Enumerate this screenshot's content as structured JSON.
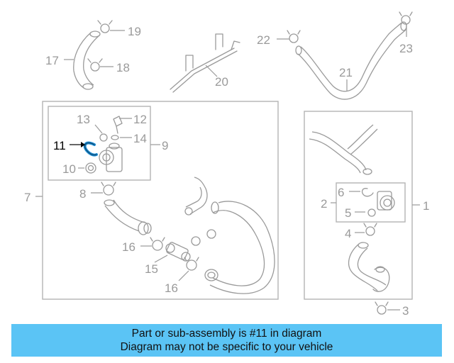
{
  "diagram": {
    "callouts": {
      "n1": "1",
      "n2": "2",
      "n3": "3",
      "n4": "4",
      "n5": "5",
      "n6": "6",
      "n7": "7",
      "n8": "8",
      "n9": "9",
      "n10": "10",
      "n11": "11",
      "n12": "12",
      "n13": "13",
      "n14": "14",
      "n15": "15",
      "n16a": "16",
      "n16b": "16",
      "n17": "17",
      "n18": "18",
      "n19": "19",
      "n20": "20",
      "n21": "21",
      "n22": "22",
      "n23": "23"
    },
    "highlighted_part": "11",
    "colors": {
      "line": "#9a9a9a",
      "highlight_part": "#1e8bd0",
      "caption_bg": "#5bc4f5"
    }
  },
  "caption": {
    "line1": "Part or sub-assembly is #11 in diagram",
    "line2": "Diagram may not be specific to your vehicle"
  }
}
